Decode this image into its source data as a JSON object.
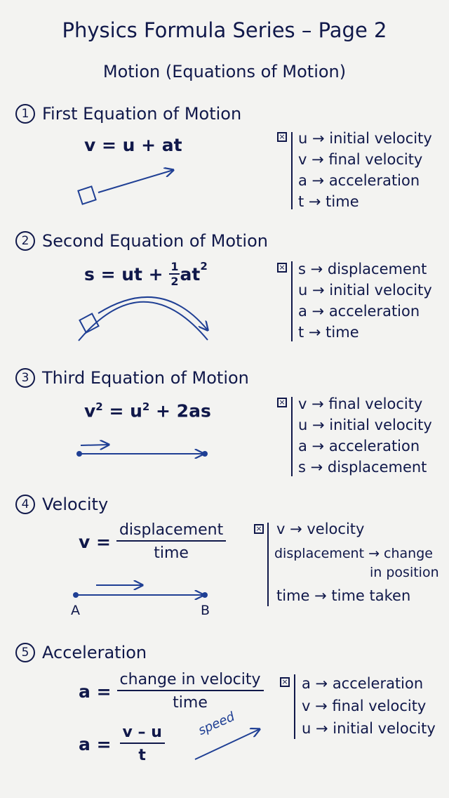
{
  "title": "Physics Formula Series – Page 2",
  "subtitle": "Motion (Equations of Motion)",
  "sections": [
    {
      "number": "1",
      "heading": "First Equation of Motion",
      "legend": [
        "u → initial velocity",
        "v → final velocity",
        "a → acceleration",
        "t → time"
      ]
    },
    {
      "number": "2",
      "heading": "Second Equation of Motion",
      "legend": [
        "s → displacement",
        "u → initial velocity",
        "a → acceleration",
        "t → time"
      ]
    },
    {
      "number": "3",
      "heading": "Third Equation of Motion",
      "legend": [
        "v → final velocity",
        "u → initial velocity",
        "a → acceleration",
        "s → displacement"
      ]
    },
    {
      "number": "4",
      "heading": "Velocity",
      "legend": [
        "v → velocity",
        "displacement → change",
        "in position",
        "time → time taken"
      ],
      "point_a": "A",
      "point_b": "B"
    },
    {
      "number": "5",
      "heading": "Acceleration",
      "legend": [
        "a → acceleration",
        "v → final velocity",
        "u → initial velocity"
      ],
      "annotation": "speed"
    }
  ],
  "formulas": {
    "f1": "v = u + at",
    "f2_left": "s = ut + ",
    "f2_num": "1",
    "f2_den": "2",
    "f2_right": "at",
    "f2_exp": "2",
    "f3_v": "v",
    "f3_vexp": "2",
    "f3_mid": " = u",
    "f3_uexp": "2",
    "f3_right": " + 2as",
    "f4_lhs": "v =",
    "f4_num": "displacement",
    "f4_den": "time",
    "f5a_lhs": "a =",
    "f5a_num": "change in velocity",
    "f5a_den": "time",
    "f5b_lhs": "a =",
    "f5b_num": "v – u",
    "f5b_den": "t"
  },
  "checkbox_glyph": "×",
  "ink_color": "#10184a",
  "diagram_color": "#1f3f94"
}
